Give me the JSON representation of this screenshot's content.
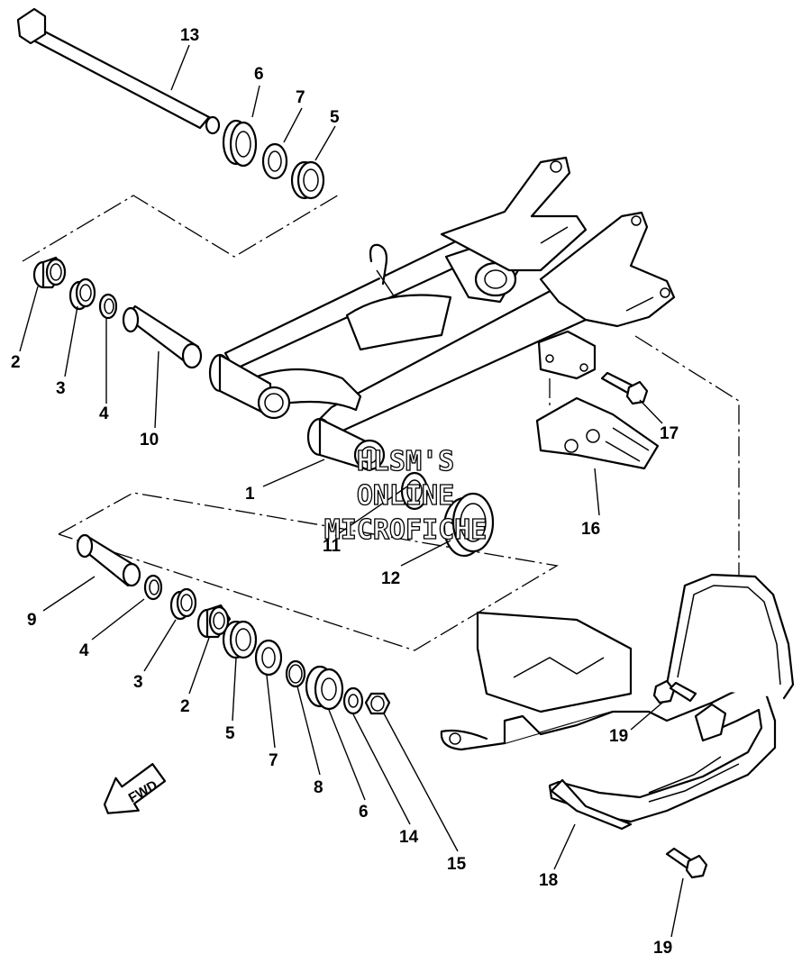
{
  "callouts": {
    "c1": "1",
    "c2a": "2",
    "c2b": "2",
    "c3a": "3",
    "c3b": "3",
    "c4a": "4",
    "c4b": "4",
    "c5a": "5",
    "c5b": "5",
    "c6a": "6",
    "c6b": "6",
    "c7a": "7",
    "c7b": "7",
    "c8": "8",
    "c9": "9",
    "c10": "10",
    "c11": "11",
    "c12": "12",
    "c13": "13",
    "c14": "14",
    "c15": "15",
    "c16": "16",
    "c17": "17",
    "c18": "18",
    "c19a": "19",
    "c19b": "19"
  },
  "watermark": {
    "line1": "HLSM'S",
    "line2": "ONLINE",
    "line3": "MICROFICHE"
  },
  "fwd_label": "FWD"
}
